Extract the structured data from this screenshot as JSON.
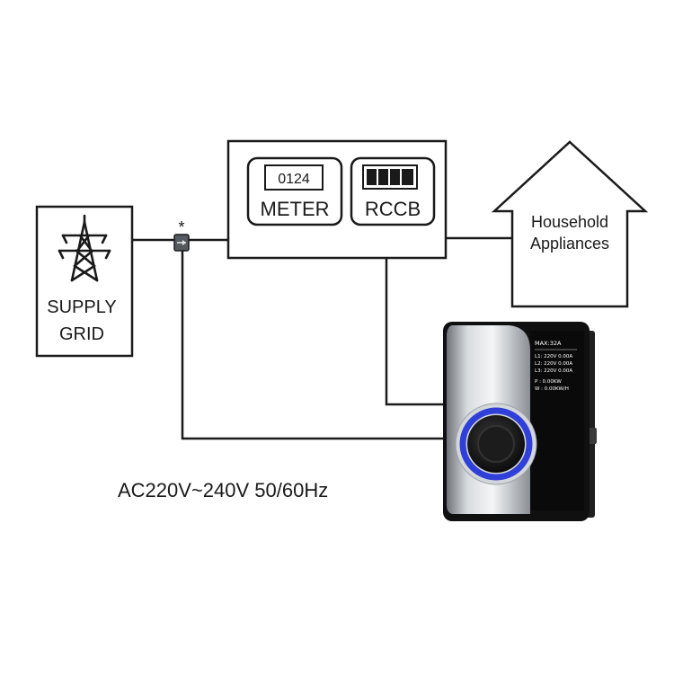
{
  "supply_grid": {
    "label_line1": "SUPPLY",
    "label_line2": "GRID",
    "icon": "transmission-tower-icon"
  },
  "junction": {
    "marker": "*"
  },
  "panel": {
    "meter": {
      "reading": "0124",
      "label": "METER"
    },
    "rccb": {
      "label": "RCCB"
    }
  },
  "household": {
    "label_line1": "Household",
    "label_line2": "Appliances",
    "icon": "house-icon"
  },
  "charger": {
    "screen": {
      "max": "MAX:32A",
      "l1": "L1: 220V  0.00A",
      "l2": "L2: 220V  0.00A",
      "l3": "L3: 220V  0.00A",
      "power": "P : 0.00KW",
      "energy": "W : 0.00KW/H"
    },
    "ring_color": "#2f3fd8"
  },
  "voltage_note": "AC220V~240V 50/60Hz"
}
